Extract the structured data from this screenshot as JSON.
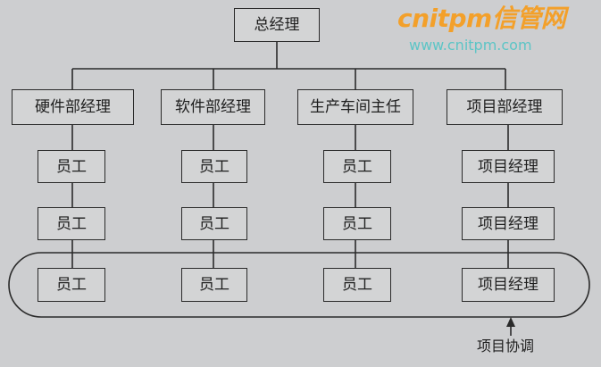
{
  "top": "总经理",
  "managers": [
    "硬件部经理",
    "软件部经理",
    "生产车间主任",
    "项目部经理"
  ],
  "columns": [
    [
      "员工",
      "员工",
      "员工"
    ],
    [
      "员工",
      "员工",
      "员工"
    ],
    [
      "员工",
      "员工",
      "员工"
    ],
    [
      "项目经理",
      "项目经理",
      "项目经理"
    ]
  ],
  "coordination_label": "项目协调",
  "watermark": {
    "brand": "cnitpm信管网",
    "url": "www.cnitpm.com"
  }
}
